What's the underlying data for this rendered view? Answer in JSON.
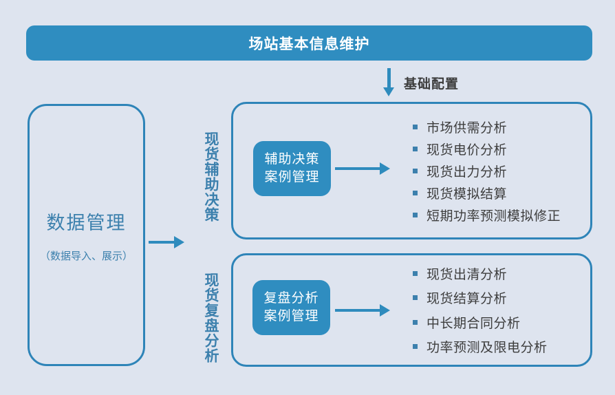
{
  "colors": {
    "background": "#dee4ef",
    "primary_blue": "#2f8dc0",
    "border_blue": "#2e84b8",
    "text_blue": "#3c80ad",
    "text_dark": "#3d3d3d"
  },
  "header": {
    "title": "场站基本信息维护"
  },
  "config_arrow": {
    "label": "基础配置"
  },
  "data_management": {
    "title": "数据管理",
    "subtitle": "（数据导入、展示）"
  },
  "groups": [
    {
      "side_label": "现货辅助决策",
      "node": {
        "line1": "辅助决策",
        "line2": "案例管理"
      },
      "items": [
        "市场供需分析",
        "现货电价分析",
        "现货出力分析",
        "现货模拟结算",
        "短期功率预测模拟修正"
      ]
    },
    {
      "side_label": "现货复盘分析",
      "node": {
        "line1": "复盘分析",
        "line2": "案例管理"
      },
      "items": [
        "现货出清分析",
        "现货结算分析",
        "中长期合同分析",
        "功率预测及限电分析"
      ]
    }
  ]
}
